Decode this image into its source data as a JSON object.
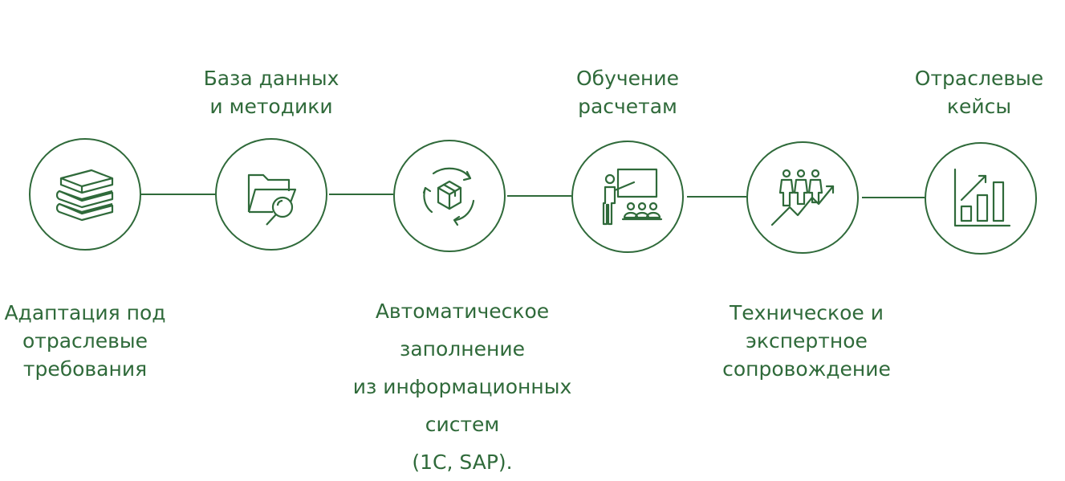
{
  "theme": {
    "accent": "#2f6a3a",
    "background": "#ffffff"
  },
  "steps": [
    {
      "icon": "books-stack-icon",
      "label": "Адаптация под\nотраслевые\nтребования",
      "label_position": "bottom"
    },
    {
      "icon": "folder-search-icon",
      "label": "База данных\nи методики",
      "label_position": "top"
    },
    {
      "icon": "box-sync-icon",
      "label": "Автоматическое заполнение\nиз информационных систем\n(1С, SAP).",
      "label_position": "bottom"
    },
    {
      "icon": "presentation-training-icon",
      "label": "Обучение\nрасчетам",
      "label_position": "top"
    },
    {
      "icon": "team-growth-icon",
      "label": "Техническое и\nэкспертное\nсопровождение",
      "label_position": "bottom"
    },
    {
      "icon": "bar-chart-growth-icon",
      "label": "Отраслевые\nкейсы",
      "label_position": "top"
    }
  ]
}
